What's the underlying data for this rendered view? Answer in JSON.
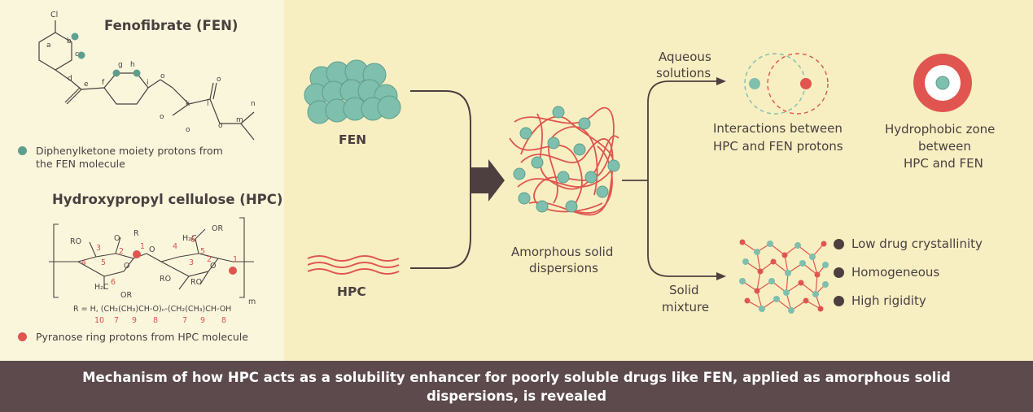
{
  "fen": {
    "title": "Fenofibrate (FEN)",
    "legend": "Diphenylketone moiety protons from the FEN molecule",
    "atoms": {
      "cl": "Cl",
      "a": "a",
      "b": "b",
      "c": "c",
      "d": "d",
      "e": "e",
      "f": "f",
      "g": "g",
      "h": "h",
      "i": "i",
      "k": "k",
      "l": "l",
      "m": "m",
      "n": "n",
      "o": "o"
    }
  },
  "hpc": {
    "title": "Hydroxypropyl cellulose (HPC)",
    "legend": "Pyranose ring protons from HPC molecule",
    "r_definition": "R = H, (CH₂(CH₃)CH-O)ₙ-(CH₂(CH₃)CH-OH",
    "r_numbers": [
      "10",
      "7",
      "9",
      "8",
      "7",
      "9",
      "8"
    ],
    "subscript_m": "m",
    "atoms": {
      "ro": "RO",
      "r": "R",
      "or": "OR",
      "ch2": "H₂C",
      "o": "O"
    },
    "ring_numbers": [
      "1",
      "2",
      "3",
      "4",
      "5",
      "6"
    ]
  },
  "diagram": {
    "fen_label": "FEN",
    "hpc_label": "HPC",
    "asd_label_line1": "Amorphous solid",
    "asd_label_line2": "dispersions",
    "aqueous_line1": "Aqueous",
    "aqueous_line2": "solutions",
    "solid_line1": "Solid",
    "solid_line2": "mixture",
    "interactions_line1": "Interactions between",
    "interactions_line2": "HPC and FEN protons",
    "hydrophobic_line1": "Hydrophobic zone",
    "hydrophobic_line2": "between",
    "hydrophobic_line3": "HPC and FEN",
    "properties": [
      "Low drug crystallinity",
      "Homogeneous",
      "High rigidity"
    ]
  },
  "colors": {
    "fen_green": "#7fbfad",
    "hpc_red": "#e0554f",
    "dark": "#4d3f3f",
    "caption_bg": "#5c4a4d"
  },
  "caption": "Mechanism of how HPC acts as a solubility enhancer for poorly soluble drugs like FEN, applied as amorphous solid dispersions, is revealed"
}
